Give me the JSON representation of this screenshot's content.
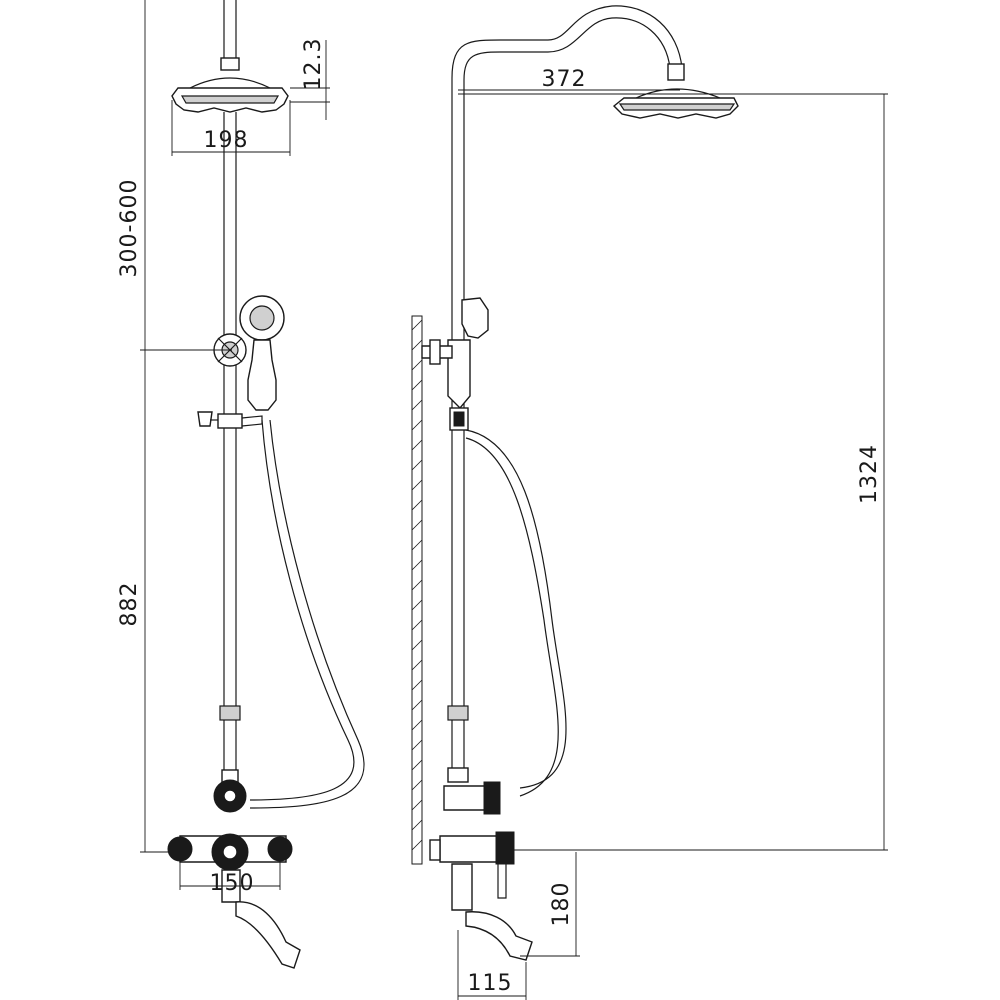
{
  "dimensions": {
    "head_height": "12.3",
    "head_diameter": "198",
    "adjustable_height": "300-600",
    "bar_height": "882",
    "mixer_spacing": "150",
    "arm_reach": "372",
    "total_height": "1324",
    "spout_drop": "180",
    "spout_reach": "115"
  }
}
